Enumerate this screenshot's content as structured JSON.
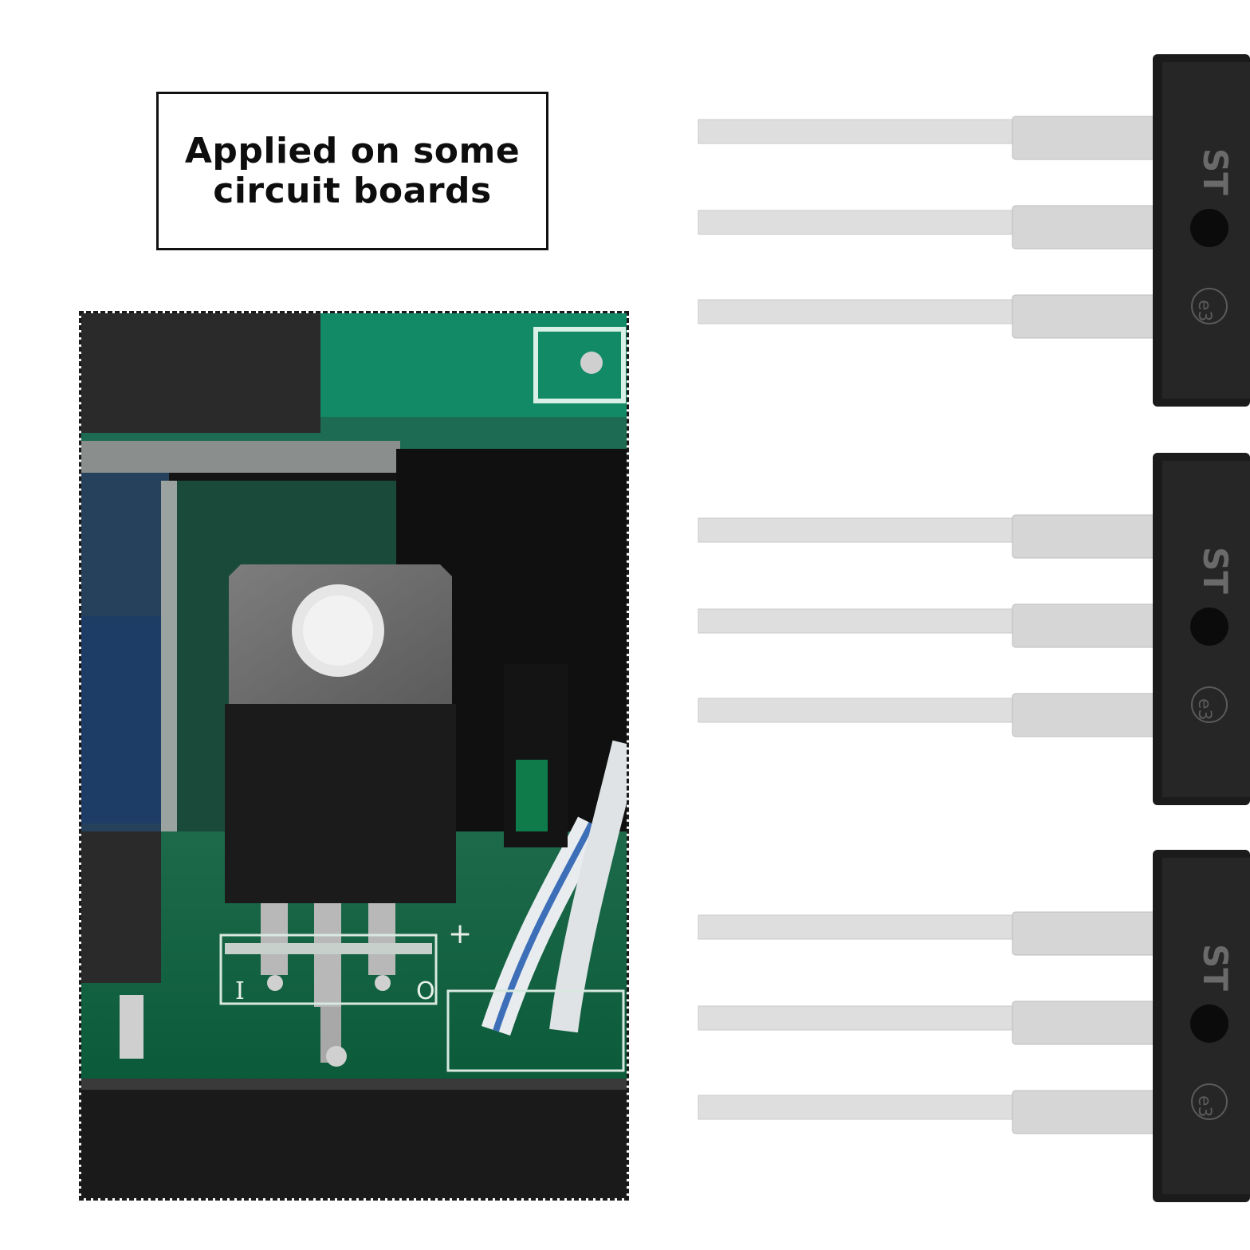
{
  "caption": {
    "text": "Applied on some circuit boards"
  },
  "photo": {
    "alt": "Voltage regulator mounted on a green circuit board",
    "pcb_silkscreen": {
      "pin_left": "I",
      "pin_right": "O",
      "plus_mark": "+"
    }
  },
  "products": {
    "count": 3,
    "package": "TO-220 three-lead regulator",
    "logo_mark": "ST",
    "compliance_mark": "e3"
  },
  "colors": {
    "background": "#ffffff",
    "pcb_green": "#0f7a4a",
    "component_black": "#1b1b1b",
    "lead_silver": "#dcdcdc"
  }
}
